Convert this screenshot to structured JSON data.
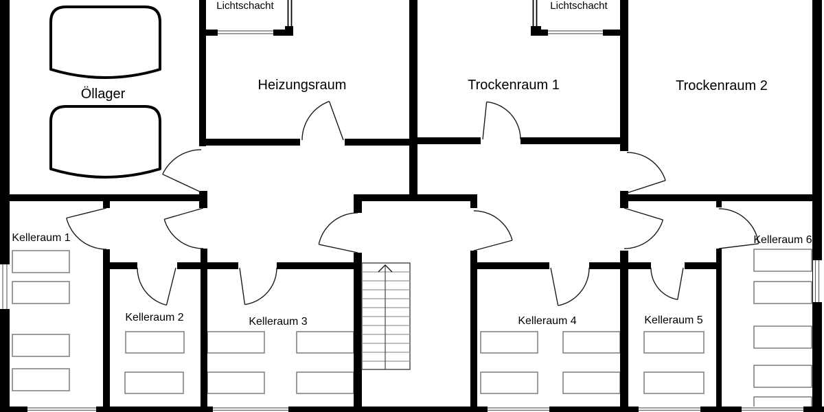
{
  "plan": {
    "labels": {
      "lichtschacht_1": "Lichtschacht",
      "lichtschacht_2": "Lichtschacht",
      "oellager": "Öllager",
      "heizungsraum": "Heizungsraum",
      "trockenraum_1": "Trockenraum 1",
      "trockenraum_2": "Trockenraum 2",
      "kelleraum_1": "Kelleraum 1",
      "kelleraum_2": "Kelleraum 2",
      "kelleraum_3": "Kelleraum 3",
      "kelleraum_4": "Kelleraum 4",
      "kelleraum_5": "Kelleraum 5",
      "kelleraum_6": "Kelleraum 6"
    },
    "colors": {
      "wall": "#000000",
      "background": "#ffffff",
      "shelf_outline": "#7a7a7a",
      "window_line": "#666666",
      "door_line": "#1a1a1a",
      "stair_line": "#444444"
    },
    "icons": {
      "stairs_direction_icon": "arrow-up"
    }
  }
}
